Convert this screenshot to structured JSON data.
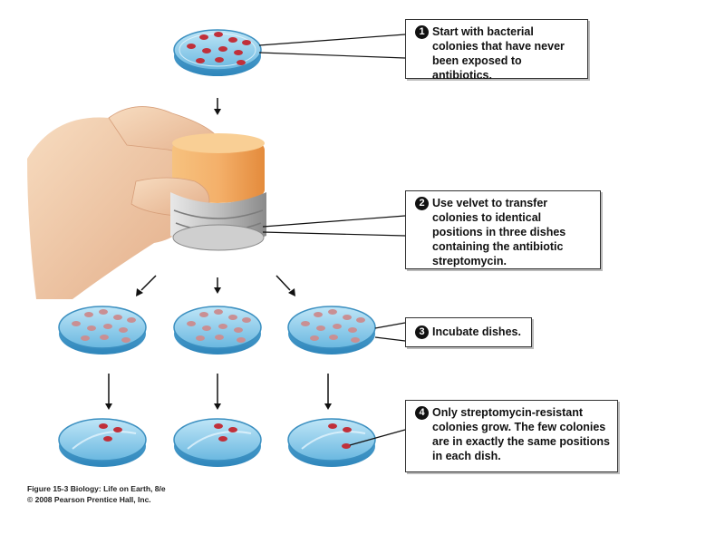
{
  "steps": [
    {
      "number": "1",
      "text": "Start with bacterial colonies that have never been exposed to antibiotics."
    },
    {
      "number": "2",
      "text": "Use velvet to transfer colonies to identical positions in three dishes containing the antibiotic streptomycin."
    },
    {
      "number": "3",
      "text": "Incubate dishes."
    },
    {
      "number": "4",
      "text": "Only streptomycin-resistant colonies grow. The few colonies are in exactly the same positions in each dish."
    }
  ],
  "credit": {
    "line1": "Figure 15-3 Biology: Life on Earth, 8/e",
    "line2": "© 2008 Pearson Prentice Hall, Inc."
  },
  "colors": {
    "dish": "#7fc8e8",
    "dish_dark": "#3b8fc0",
    "colony": "#c0303a",
    "colony_faded": "#c98f93",
    "velvet": "#f2a860",
    "skin": "#f1c9a3"
  }
}
